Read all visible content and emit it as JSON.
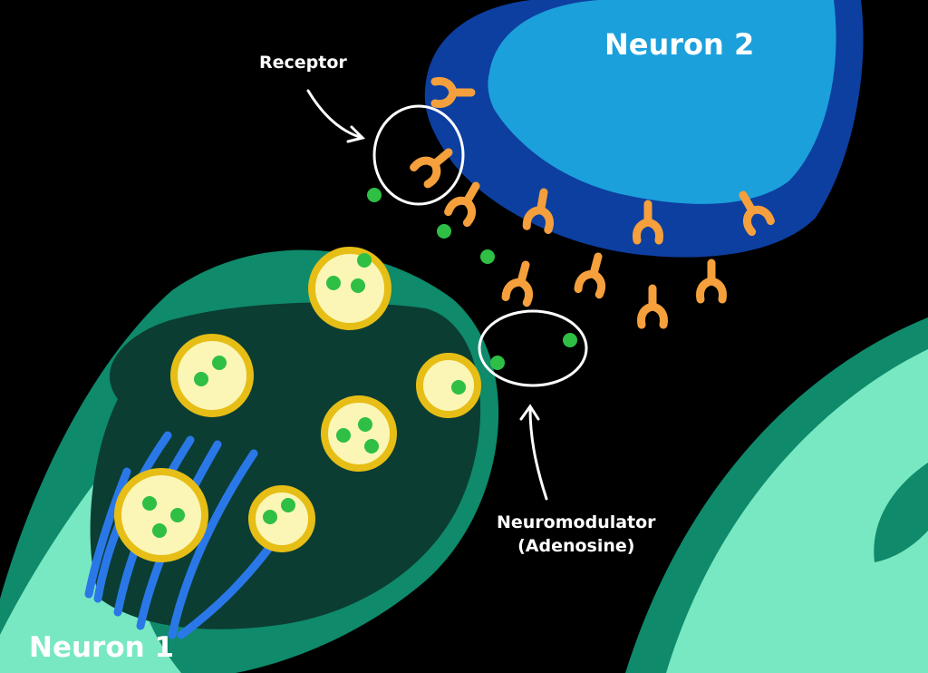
{
  "labels": {
    "neuron_2": "Neuron 2",
    "neuron_1": "Neuron 1",
    "receptor": "Receptor",
    "neuromodulator": "Neuromodulator",
    "neuromodulator_sub": "(Adenosine)"
  },
  "colors": {
    "background": "#000000",
    "neuron2_outer": "#0d3fa0",
    "neuron2_inner": "#1ba0dc",
    "neuron1_outer": "#0f8a6b",
    "neuron1_light": "#78e8c2",
    "terminal_interior": "#0b3d33",
    "vesicle_fill": "#fbf6b6",
    "vesicle_border": "#e6be16",
    "molecule": "#2fbf45",
    "receptor": "#f5a03c",
    "microtubule": "#2a78e8",
    "annotation": "#ffffff"
  },
  "icons": {
    "receptor": "y-shaped-receptor-icon",
    "vesicle": "vesicle-icon",
    "molecule": "adenosine-molecule-icon"
  }
}
